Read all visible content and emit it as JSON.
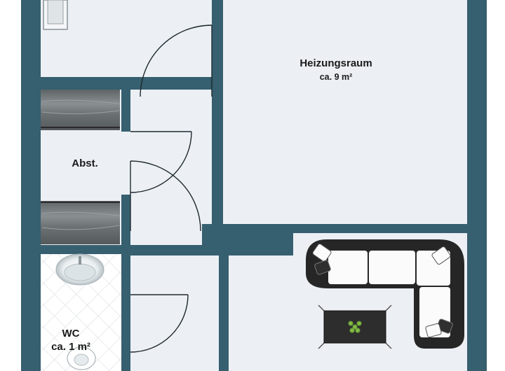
{
  "colors": {
    "wall": "#365f6f",
    "floor": "#ecf0f4",
    "background": "#ffffff",
    "door_line": "#1e2a30",
    "tile_line": "#d4d8dc",
    "shelf_wood": "#6f7477",
    "sofa_dark": "#262626",
    "sofa_cushion": "#fbfbfb"
  },
  "rooms": {
    "heating": {
      "name": "Heizungsraum",
      "area": "ca. 9 m²"
    },
    "storage": {
      "name": "Abst."
    },
    "wc": {
      "name": "WC",
      "area": "ca. 1 m²"
    }
  },
  "icons": [
    "door-swing-icon",
    "sofa-icon",
    "coffee-table-icon",
    "plant-icon",
    "washbasin-icon",
    "toilet-icon",
    "shelf-icon"
  ]
}
